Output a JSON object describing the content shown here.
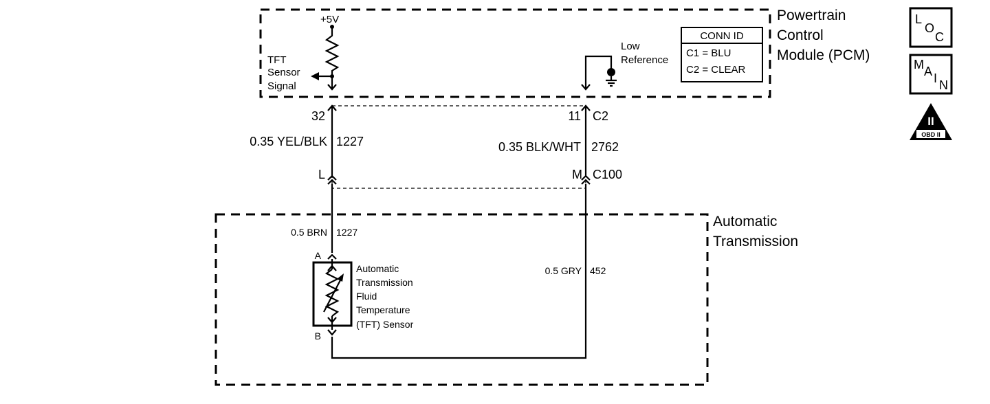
{
  "pcm": {
    "title_line1": "Powertrain",
    "title_line2": "Control",
    "title_line3": "Module (PCM)",
    "supply_label": "+5V",
    "signal_line1": "TFT",
    "signal_line2": "Sensor",
    "signal_line3": "Signal",
    "lowref_line1": "Low",
    "lowref_line2": "Reference",
    "conn_id": {
      "title": "CONN ID",
      "row1": "C1 = BLU",
      "row2": "C2 = CLEAR"
    }
  },
  "pcm_pins": {
    "left_pin": "32",
    "right_pin": "11",
    "right_connector": "C2"
  },
  "wires_upper": {
    "left_gauge_color": "0.35 YEL/BLK",
    "left_circuit": "1227",
    "right_gauge_color": "0.35 BLK/WHT",
    "right_circuit": "2762"
  },
  "connector_c100": {
    "left_pin": "L",
    "right_pin": "M",
    "name": "C100"
  },
  "transmission": {
    "title_line1": "Automatic",
    "title_line2": "Transmission",
    "left_wire_label": "0.5 BRN",
    "left_wire_circuit": "1227",
    "right_wire_label": "0.5 GRY",
    "right_wire_circuit": "452",
    "sensor_pin_a": "A",
    "sensor_pin_b": "B",
    "sensor_line1": "Automatic",
    "sensor_line2": "Transmission",
    "sensor_line3": "Fluid",
    "sensor_line4": "Temperature",
    "sensor_line5": "(TFT) Sensor"
  },
  "icons": {
    "loc": {
      "l": "L",
      "o": "O",
      "c": "C"
    },
    "main": {
      "m": "M",
      "a": "A",
      "i": "I",
      "n": "N"
    },
    "obd": {
      "roman": "II",
      "caption": "OBD II"
    }
  }
}
